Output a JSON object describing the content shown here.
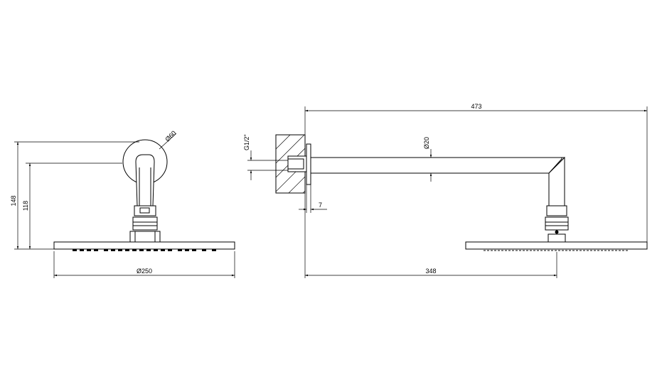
{
  "drawing": {
    "front_view": {
      "dim_height_outer": "148",
      "dim_height_inner": "118",
      "dim_flange_diameter": "Ø60",
      "dim_head_diameter": "Ø250"
    },
    "side_view": {
      "dim_total_length": "473",
      "dim_arm_length": "348",
      "dim_thread": "G1/2\"",
      "dim_pipe_diameter": "Ø20",
      "dim_flange_depth": "7"
    }
  }
}
